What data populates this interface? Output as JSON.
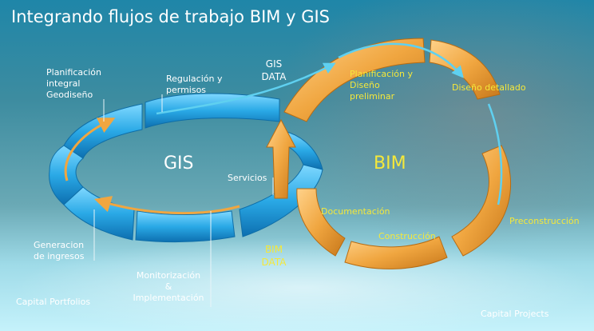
{
  "title": "Integrando flujos de trabajo BIM y GIS",
  "gis": {
    "label": "GIS",
    "data_label_1": "GIS",
    "data_label_2": "DATA",
    "stages": {
      "planificacion_1": "Planificación",
      "planificacion_2": "integral",
      "planificacion_3": "Geodiseño",
      "regulacion_1": "Regulación y",
      "regulacion_2": "permisos",
      "servicios": "Servicios",
      "monitorizacion_1": "Monitorización",
      "monitorizacion_2": "&",
      "monitorizacion_3": "Implementación",
      "generacion_1": "Generacion",
      "generacion_2": "de ingresos"
    },
    "portfolio_label": "Capital Portfolios"
  },
  "bim": {
    "label": "BIM",
    "data_label_1": "BIM",
    "data_label_2": "DATA",
    "stages": {
      "planificacion_1": "Planificación y",
      "planificacion_2": "Diseño",
      "planificacion_3": "preliminar",
      "diseno_detallado": "Diseño detallado",
      "preconstruccion": "Preconstrucción",
      "construccion": "Construcción",
      "documentacion": "Documentación"
    },
    "projects_label": "Capital Projects"
  },
  "colors": {
    "gis_ring": "#2aa9e6",
    "bim_ring": "#f0a640",
    "bim_text": "#f5e83a",
    "flow_arrow": "#5fd0f0"
  }
}
